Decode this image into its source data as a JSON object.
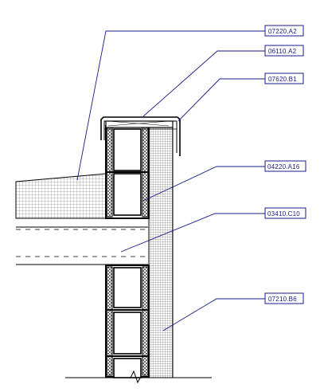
{
  "drawing": {
    "title": "Roof parapet wall section detail",
    "colors": {
      "linework": "#000000",
      "annotation": "#1a1a8c",
      "background": "#ffffff"
    }
  },
  "keynotes": [
    {
      "id": "tag-1",
      "text": "07220.A2"
    },
    {
      "id": "tag-2",
      "text": "06110.A2"
    },
    {
      "id": "tag-3",
      "text": "07620.B1"
    },
    {
      "id": "tag-4",
      "text": "04220.A16"
    },
    {
      "id": "tag-5",
      "text": "03410.C10"
    },
    {
      "id": "tag-6",
      "text": "07210.B6"
    }
  ]
}
